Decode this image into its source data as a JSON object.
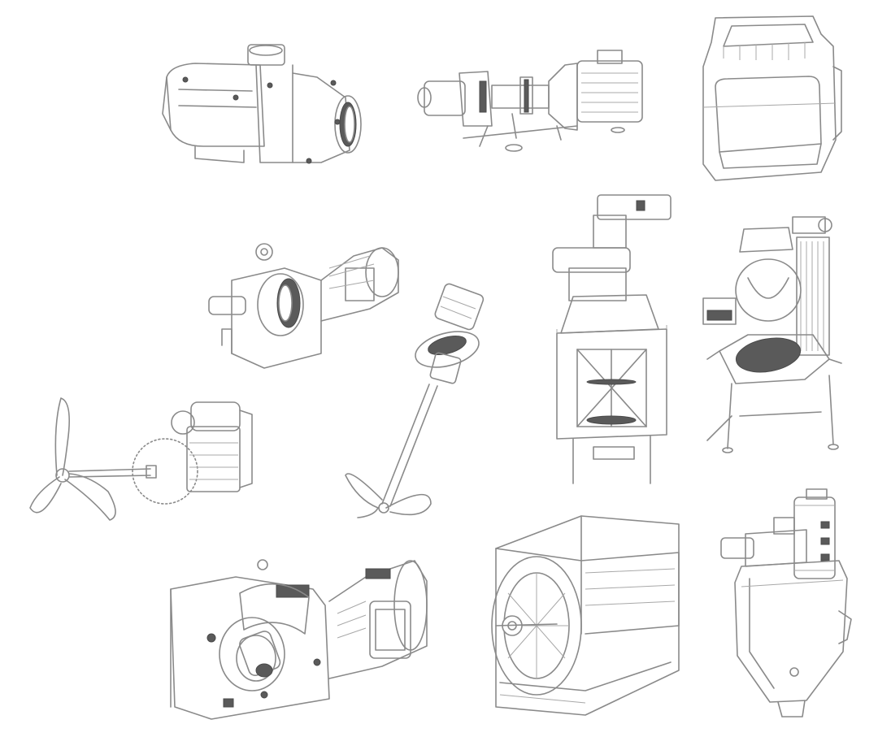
{
  "illustrations": [
    {
      "id": "centrifugal-pump",
      "icon": "pump-icon"
    },
    {
      "id": "screw-pump",
      "icon": "pump-icon"
    },
    {
      "id": "hopper-vessel",
      "icon": "vessel-icon"
    },
    {
      "id": "helical-gear-motor",
      "icon": "gear-motor-icon"
    },
    {
      "id": "top-entry-agitator",
      "icon": "agitator-icon"
    },
    {
      "id": "mixing-reactor",
      "icon": "reactor-icon"
    },
    {
      "id": "kettle-mixer",
      "icon": "mixer-icon"
    },
    {
      "id": "side-entry-agitator",
      "icon": "agitator-icon"
    },
    {
      "id": "bevel-gear-motor",
      "icon": "gear-motor-icon"
    },
    {
      "id": "centrifugal-fan",
      "icon": "fan-icon"
    },
    {
      "id": "vacuum-dryer",
      "icon": "dryer-icon"
    }
  ],
  "colors": {
    "line": "#8a8a8a",
    "dark": "#5a5a5a",
    "background": "#ffffff"
  }
}
